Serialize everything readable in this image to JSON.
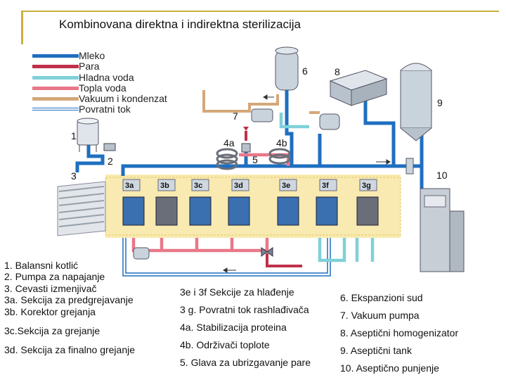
{
  "title": "Kombinovana direktna i indirektna sterilizacija",
  "legend": [
    {
      "label": "Mleko",
      "color": "#1f6fbf"
    },
    {
      "label": "Para",
      "color": "#c0304a"
    },
    {
      "label": "Hladna voda",
      "color": "#7fd0d8"
    },
    {
      "label": "Topla voda",
      "color": "#e87888"
    },
    {
      "label": "Vakuum i kondenzat",
      "color": "#d4a87a"
    },
    {
      "label": "Povratni tok",
      "color": "#1f6fbf"
    }
  ],
  "diagram_numbers": [
    "1",
    "2",
    "3",
    "4a",
    "4b",
    "5",
    "6",
    "7",
    "8",
    "9",
    "10"
  ],
  "section_tags": [
    "3a",
    "3b",
    "3c",
    "3d",
    "3e",
    "3f",
    "3g"
  ],
  "descriptions": {
    "col1": [
      "1. Balansni kotlić",
      "2. Pumpa za napajanje",
      "3. Cevasti izmenjivač",
      "3a. Sekcija za predgrejavanje",
      "3b.  Korektor grejanja",
      "3c.Sekcija za grejanje",
      "3d. Sekcija za finalno grejanje"
    ],
    "col2": [
      "3e i 3f Sekcije za hlađenje",
      "3 g. Povratni tok rashlađivača",
      "4a. Stabilizacija proteina",
      "4b. Održivači toplote",
      "5. Glava za ubrizgavanje pare"
    ],
    "col3": [
      "6. Ekspanzioni sud",
      "7. Vakuum pumpa",
      "8. Aseptični homogenizator",
      "9. Aseptični tank",
      "10. Aseptično punjenje"
    ]
  }
}
